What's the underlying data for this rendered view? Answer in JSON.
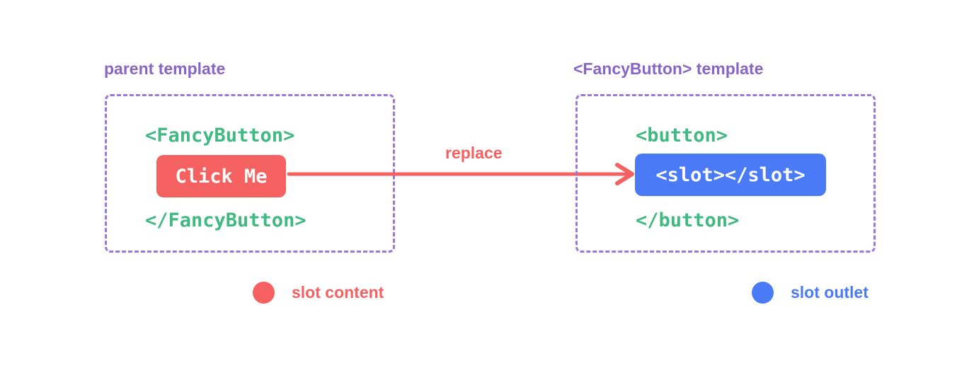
{
  "diagram": {
    "description": "Vue slots diagram: parent template content replaces the slot outlet in the FancyButton component template"
  },
  "colors": {
    "slot_content_coral": "#f56060",
    "slot_outlet_blue": "#4a7af5",
    "title_purple": "#8865c5",
    "border_purple": "#9878d8",
    "code_green": "#42b883",
    "chip_text_white": "#ffffff",
    "background": "#ffffff"
  },
  "left_panel": {
    "title": "parent template",
    "open_tag": "<FancyButton>",
    "button_label": "Click Me",
    "close_tag": "</FancyButton>"
  },
  "arrow": {
    "label": "replace"
  },
  "right_panel": {
    "title": "<FancyButton> template",
    "open_tag": "<button>",
    "slot_label": "<slot></slot>",
    "close_tag": "</button>"
  },
  "legend": {
    "slot_content": {
      "label": "slot content",
      "color": "#f56060"
    },
    "slot_outlet": {
      "label": "slot outlet",
      "color": "#4a7af5"
    }
  }
}
